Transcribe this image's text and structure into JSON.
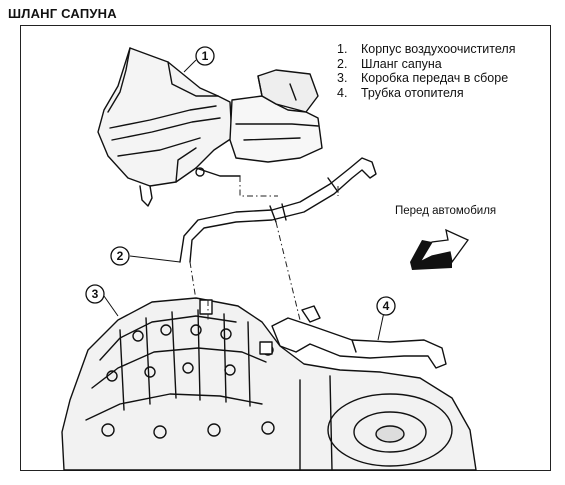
{
  "title": "ШЛАНГ САПУНА",
  "legend": [
    {
      "num": "1.",
      "text": "Корпус воздухоочистителя"
    },
    {
      "num": "2.",
      "text": "Шланг сапуна"
    },
    {
      "num": "3.",
      "text": "Коробка передач в сборе"
    },
    {
      "num": "4.",
      "text": "Трубка отопителя"
    }
  ],
  "direction_label": "Перед автомобиля",
  "callouts": [
    "1",
    "2",
    "3",
    "4"
  ]
}
